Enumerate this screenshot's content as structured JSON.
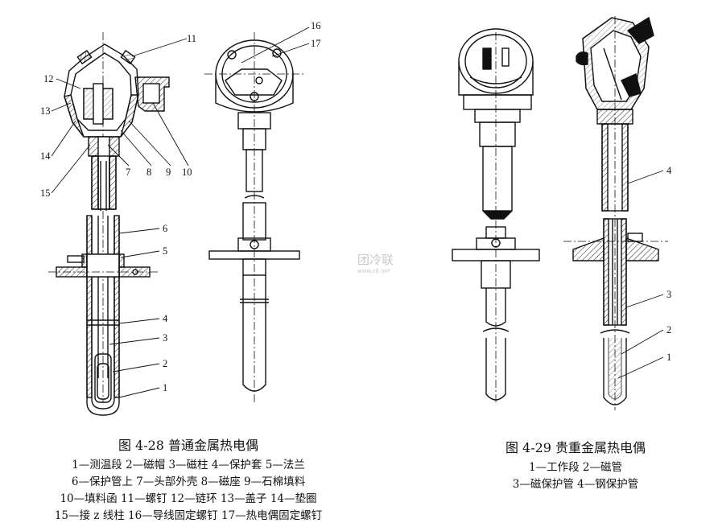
{
  "figure1": {
    "title": "图 4-28    普通金属热电偶",
    "legend": [
      "1—测温段    2—磁帽    3—磁柱    4—保护套    5—法兰",
      "6—保护管上    7—头部外壳    8—磁座    9—石棉填料",
      "10—填料函    11—螺钉    12—链环    13—盖子    14—垫圈",
      "15—接 z 线柱    16—导线固定螺钉    17—热电偶固定螺钉"
    ],
    "callouts": [
      "1",
      "2",
      "3",
      "4",
      "5",
      "6",
      "7",
      "8",
      "9",
      "10",
      "11",
      "12",
      "13",
      "14",
      "15",
      "16",
      "17"
    ]
  },
  "figure2": {
    "title": "图 4-29    贵重金属热电偶",
    "legend": [
      "1—工作段    2—磁管",
      "3—磁保护管    4—钢保护管"
    ],
    "callouts": [
      "1",
      "2",
      "3",
      "4"
    ]
  },
  "watermark": {
    "main": "团冷联",
    "sub": "www.zlt.net"
  }
}
